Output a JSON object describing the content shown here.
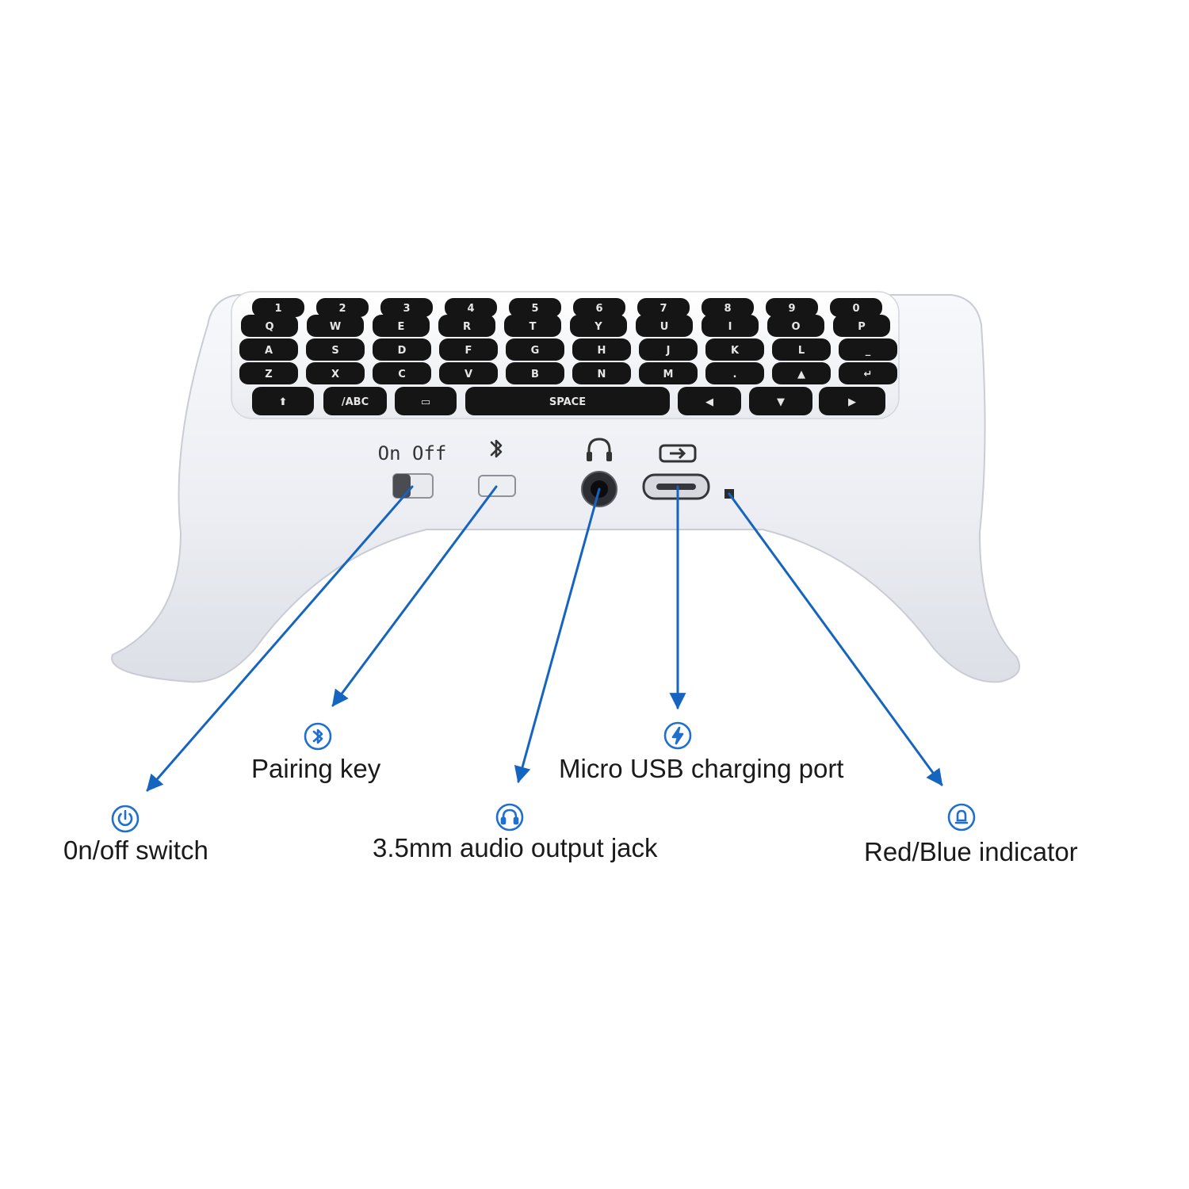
{
  "device": {
    "key_rows": [
      [
        "1",
        "2",
        "3",
        "4",
        "5",
        "6",
        "7",
        "8",
        "9",
        "0"
      ],
      [
        "Q",
        "W",
        "E",
        "R",
        "T",
        "Y",
        "U",
        "I",
        "O",
        "P"
      ],
      [
        "A",
        "S",
        "D",
        "F",
        "G",
        "H",
        "J",
        "K",
        "L",
        "_"
      ],
      [
        "Z",
        "X",
        "C",
        "V",
        "B",
        "N",
        "M",
        ".",
        "▲",
        "↵"
      ]
    ],
    "bottom_keys": [
      "⬆",
      "/ABC",
      "▭",
      "SPACE",
      "◀",
      "▼",
      "▶"
    ],
    "switch_caption": "On Off"
  },
  "callouts": [
    {
      "id": "power",
      "label": "0n/off switch",
      "icon": "power-icon"
    },
    {
      "id": "pairing",
      "label": "Pairing key",
      "icon": "bluetooth-icon"
    },
    {
      "id": "audio",
      "label": "3.5mm audio output jack",
      "icon": "headphone-icon"
    },
    {
      "id": "usb",
      "label": "Micro USB charging port",
      "icon": "lightning-icon"
    },
    {
      "id": "led",
      "label": "Red/Blue indicator",
      "icon": "indicator-icon"
    }
  ],
  "colors": {
    "arrow": "#1565c0",
    "icon": "#1e6fd0",
    "body": "#eef0f5",
    "keys": "#151515"
  }
}
